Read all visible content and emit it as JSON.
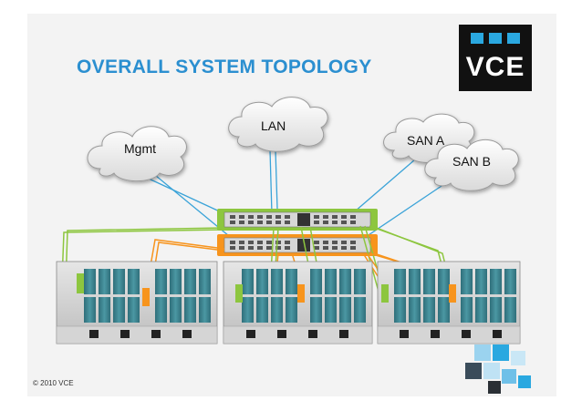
{
  "title": "OVERALL SYSTEM TOPOLOGY",
  "logo_text": "VCE",
  "clouds": {
    "lan": "LAN",
    "mgmt": "Mgmt",
    "san_a": "SAN A",
    "san_b": "SAN B"
  },
  "copyright": "© 2010 VCE",
  "colors": {
    "title": "#2b8fd0",
    "switch_a": "#8dc63f",
    "switch_b": "#f7941d",
    "cable_blue": "#3aa3d8",
    "logo_bg": "#111111",
    "logo_accent": "#2aa8e0"
  }
}
